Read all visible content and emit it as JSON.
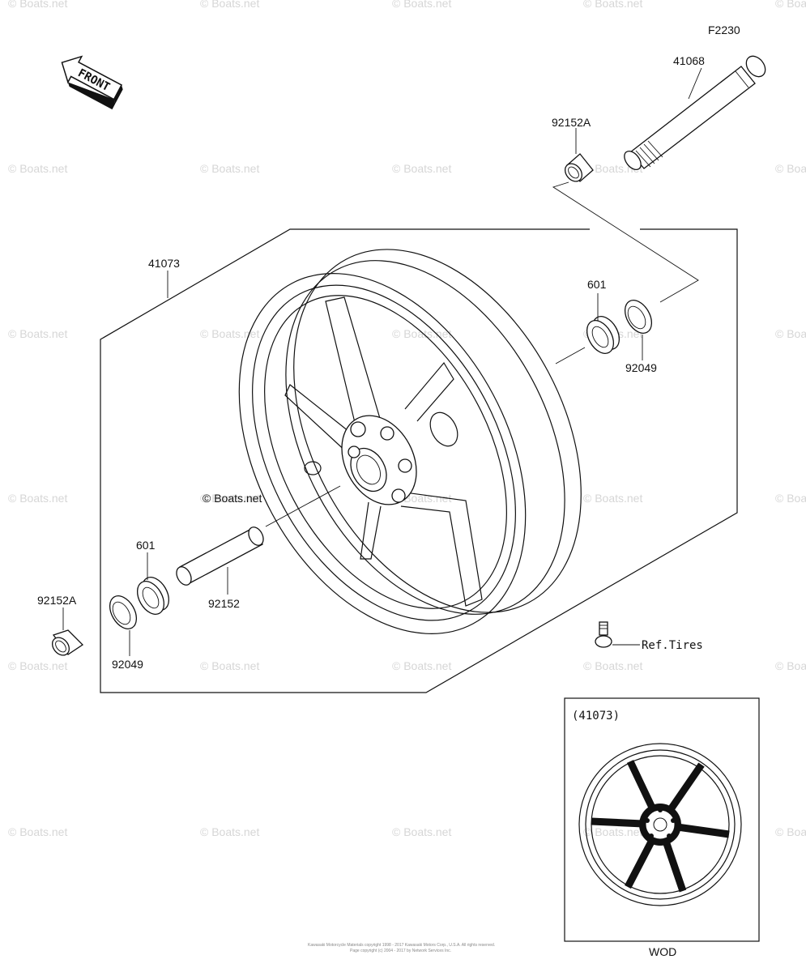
{
  "diagram_code": "F2230",
  "front_arrow_text": "FRONT",
  "watermark_text": "© Boats.net",
  "center_watermark_text": "© Boats.net",
  "labels": {
    "axle": "41068",
    "collar_top": "92152A",
    "wheel": "41073",
    "bearing_right": "601",
    "seal_right": "92049",
    "bearing_left": "601",
    "spacer": "92152",
    "collar_left": "92152A",
    "seal_left": "92049",
    "ref_tires": "Ref.Tires"
  },
  "inset": {
    "title": "(41073)",
    "caption": "WOD"
  },
  "copyright_line1": "Kawasaki Motorcycle Materials copyright 1998 - 2017 Kawasaki Motors Corp., U.S.A. All rights reserved.",
  "copyright_line2": "Page copyright (c) 2004 - 2017 by Network Services Inc."
}
